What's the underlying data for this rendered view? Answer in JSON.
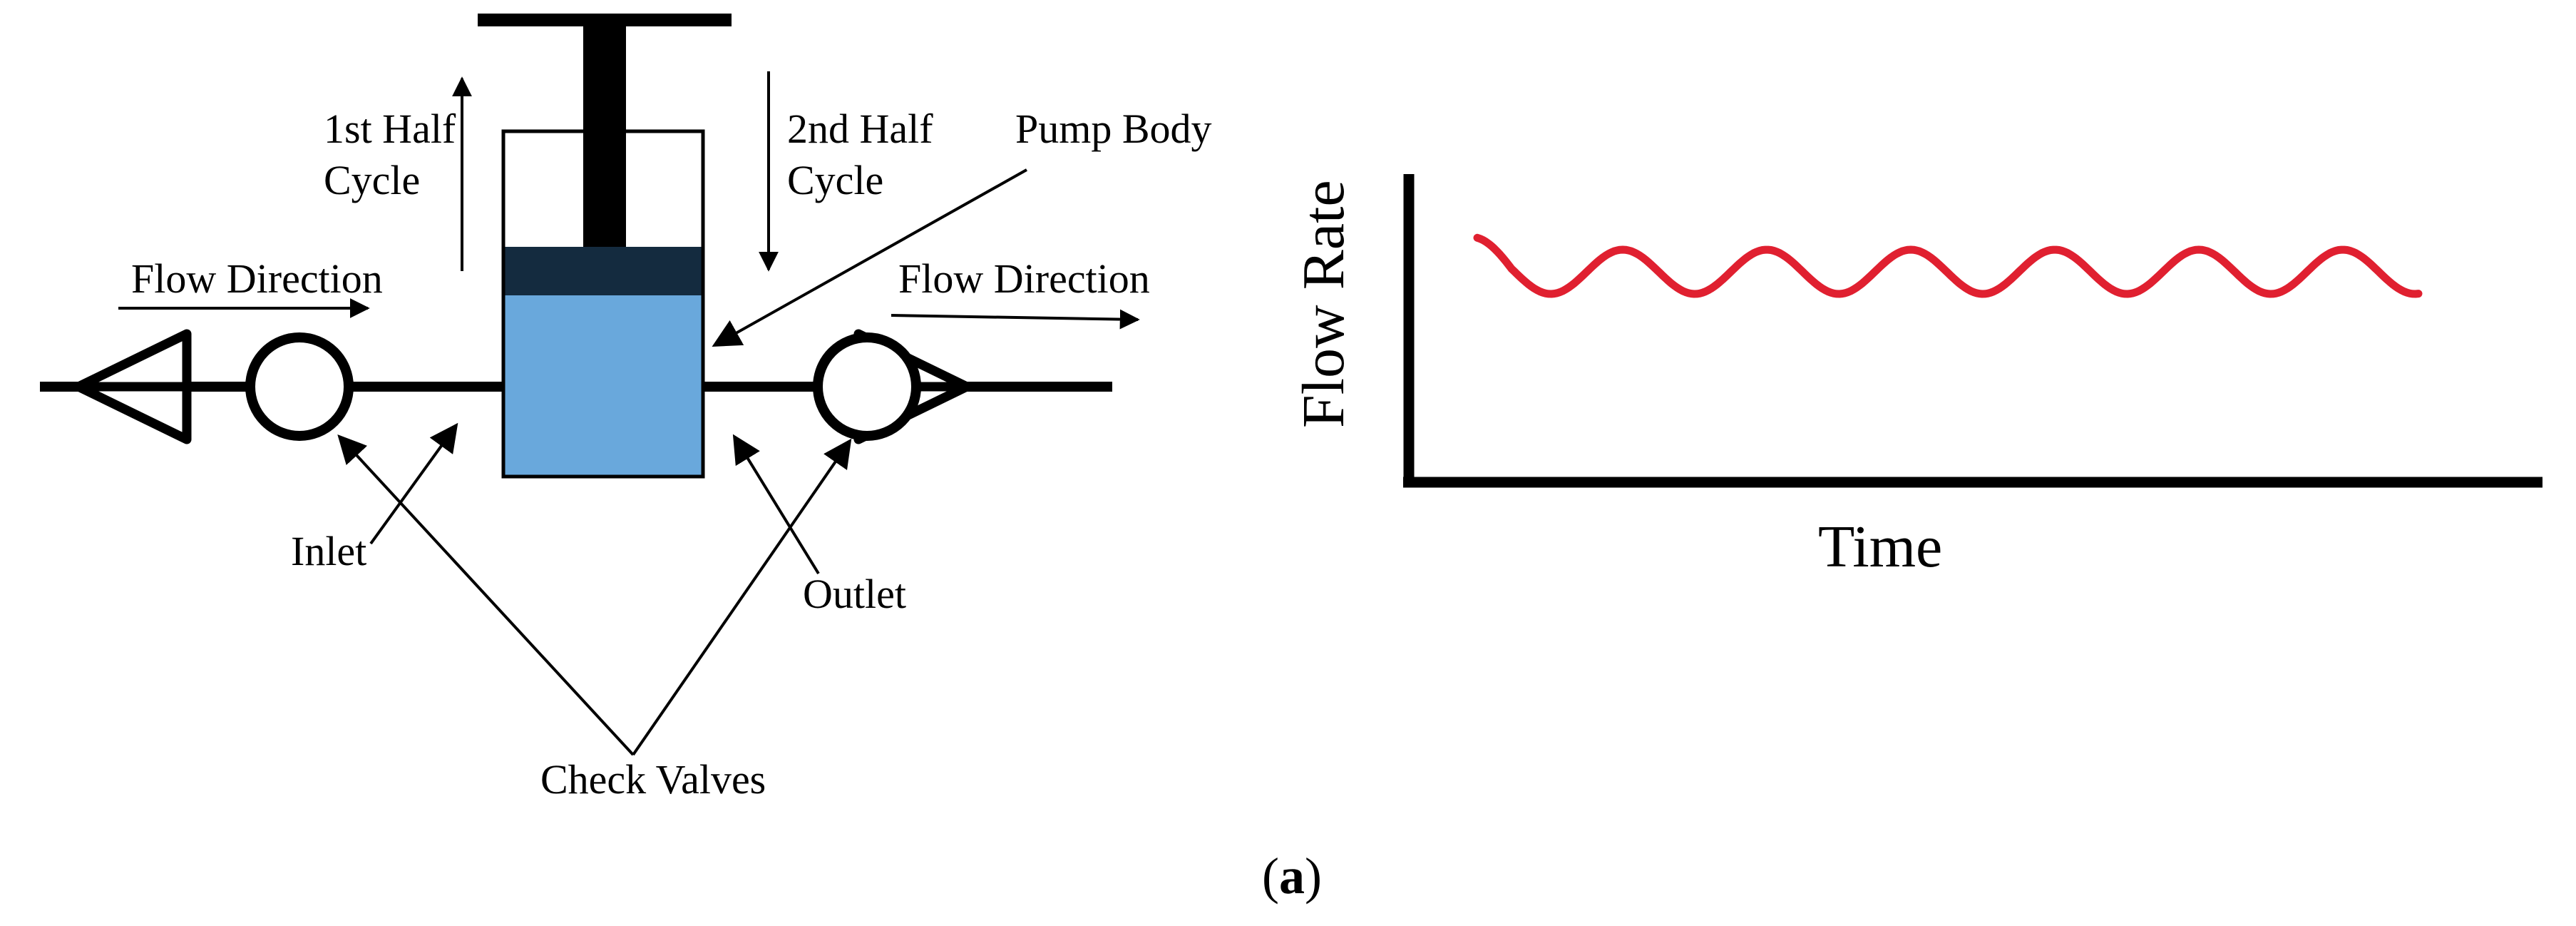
{
  "diagram": {
    "labels": {
      "first_half_cycle_line1": "1st Half",
      "first_half_cycle_line2": "Cycle",
      "second_half_cycle_line1": "2nd Half",
      "second_half_cycle_line2": "Cycle",
      "pump_body": "Pump Body",
      "flow_direction_left": "Flow Direction",
      "flow_direction_right": "Flow Direction",
      "inlet": "Inlet",
      "outlet": "Outlet",
      "check_valves": "Check Valves"
    },
    "colors": {
      "fluid": "#69a8dc",
      "piston_head": "#142b3f",
      "line": "#000000"
    }
  },
  "chart": {
    "ylabel": "Flow Rate",
    "xlabel": "Time",
    "series_color": "#e02030"
  },
  "caption": {
    "open": "(",
    "letter": "a",
    "close": ")"
  }
}
